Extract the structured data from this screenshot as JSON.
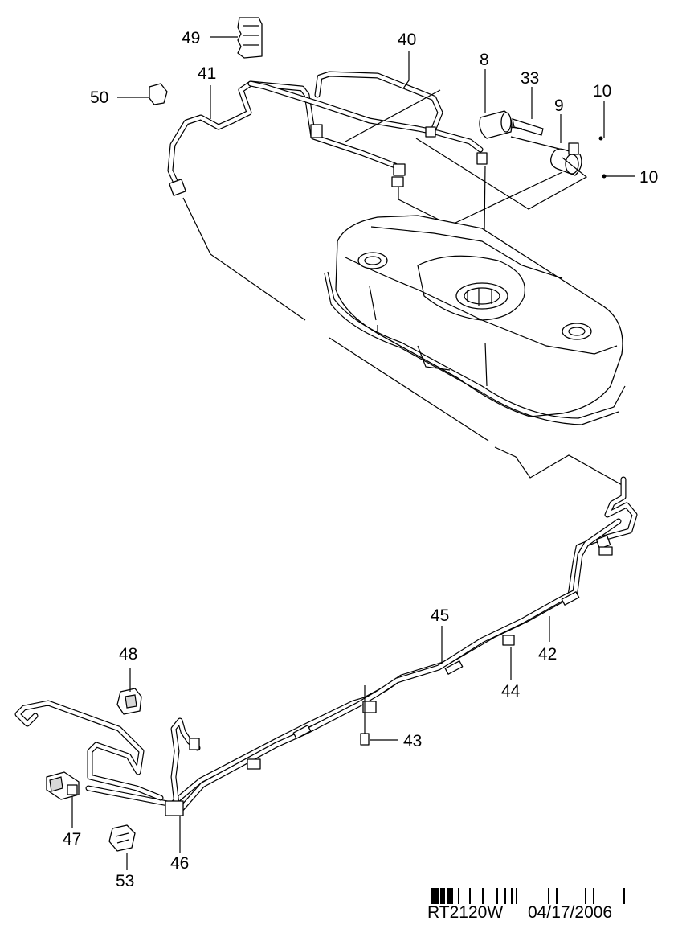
{
  "callouts": [
    {
      "id": "49",
      "text": "49"
    },
    {
      "id": "40",
      "text": "40"
    },
    {
      "id": "8",
      "text": "8"
    },
    {
      "id": "33",
      "text": "33"
    },
    {
      "id": "10a",
      "text": "10"
    },
    {
      "id": "50",
      "text": "50"
    },
    {
      "id": "41",
      "text": "41"
    },
    {
      "id": "9",
      "text": "9"
    },
    {
      "id": "10b",
      "text": "10"
    },
    {
      "id": "45",
      "text": "45"
    },
    {
      "id": "42",
      "text": "42"
    },
    {
      "id": "48",
      "text": "48"
    },
    {
      "id": "44",
      "text": "44"
    },
    {
      "id": "43",
      "text": "43"
    },
    {
      "id": "47",
      "text": "47"
    },
    {
      "id": "46",
      "text": "46"
    },
    {
      "id": "53",
      "text": "53"
    }
  ],
  "footer": {
    "code": "RT2120W",
    "date": "04/17/2006"
  }
}
